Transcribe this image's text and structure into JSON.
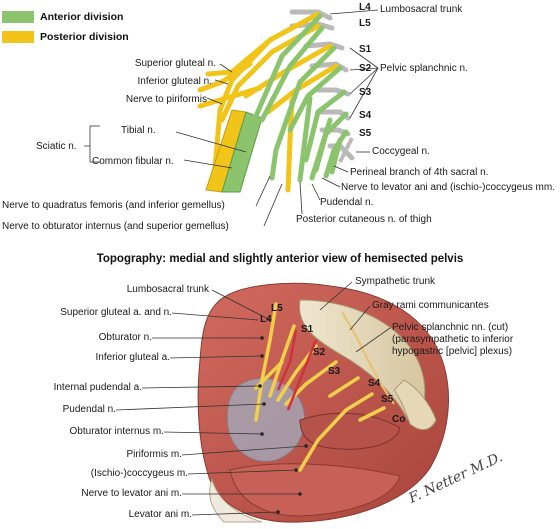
{
  "colors": {
    "anterior": "#8cc46e",
    "posterior": "#f0c419",
    "muscle": "#c0504a",
    "bone": "#e8dcc0",
    "leader": "#333333"
  },
  "legend": {
    "anterior": "Anterior division",
    "posterior": "Posterior division"
  },
  "top": {
    "segments": [
      "L4",
      "L5",
      "S1",
      "S2",
      "S3",
      "S4",
      "S5"
    ],
    "labels": {
      "lumbosacral_trunk": "Lumbosacral trunk",
      "pelvic_splanchnic": "Pelvic splanchnic n.",
      "superior_gluteal": "Superior gluteal n.",
      "inferior_gluteal": "Inferior gluteal n.",
      "nerve_piriformis": "Nerve to piriformis",
      "sciatic": "Sciatic n.",
      "tibial": "Tibial n.",
      "common_fibular": "Common fibular n.",
      "coccygeal": "Coccygeal n.",
      "perineal_branch": "Perineal branch of 4th sacral n.",
      "nerve_levator": "Nerve to levator ani and (ischio-)coccygeus mm.",
      "pudendal": "Pudendal n.",
      "quadratus": "Nerve to quadratus femoris (and inferior gemellus)",
      "obturator_internus": "Nerve to obturator internus (and superior gemellus)",
      "posterior_cutaneous": "Posterior cutaneous n. of thigh"
    }
  },
  "title": "Topography: medial and slightly anterior view of hemisected pelvis",
  "bottom": {
    "segments": [
      "L5",
      "L4",
      "S1",
      "S2",
      "S3",
      "S4",
      "S5",
      "Co"
    ],
    "labels": {
      "lumbosacral_trunk": "Lumbosacral trunk",
      "superior_gluteal": "Superior gluteal a. and n.",
      "obturator_n": "Obturator n.",
      "inferior_gluteal_a": "Inferior gluteal a.",
      "internal_pudendal": "Internal pudendal a.",
      "pudendal_n": "Pudendal n.",
      "obturator_internus": "Obturator internus m.",
      "piriformis": "Piriformis m.",
      "ischio_coccygeus": "(Ischio-)coccygeus m.",
      "nerve_levator": "Nerve to levator ani m.",
      "levator_ani": "Levator ani m.",
      "sympathetic_trunk": "Sympathetic trunk",
      "gray_rami": "Gray rami communicantes",
      "pelvic_splanchnic_line1": "Pelvic splanchnic nn. (cut)",
      "pelvic_splanchnic_line2": "(parasympathetic to inferior",
      "pelvic_splanchnic_line3": "hypogastric [pelvic] plexus)"
    }
  },
  "signature": "F. Netter M.D."
}
